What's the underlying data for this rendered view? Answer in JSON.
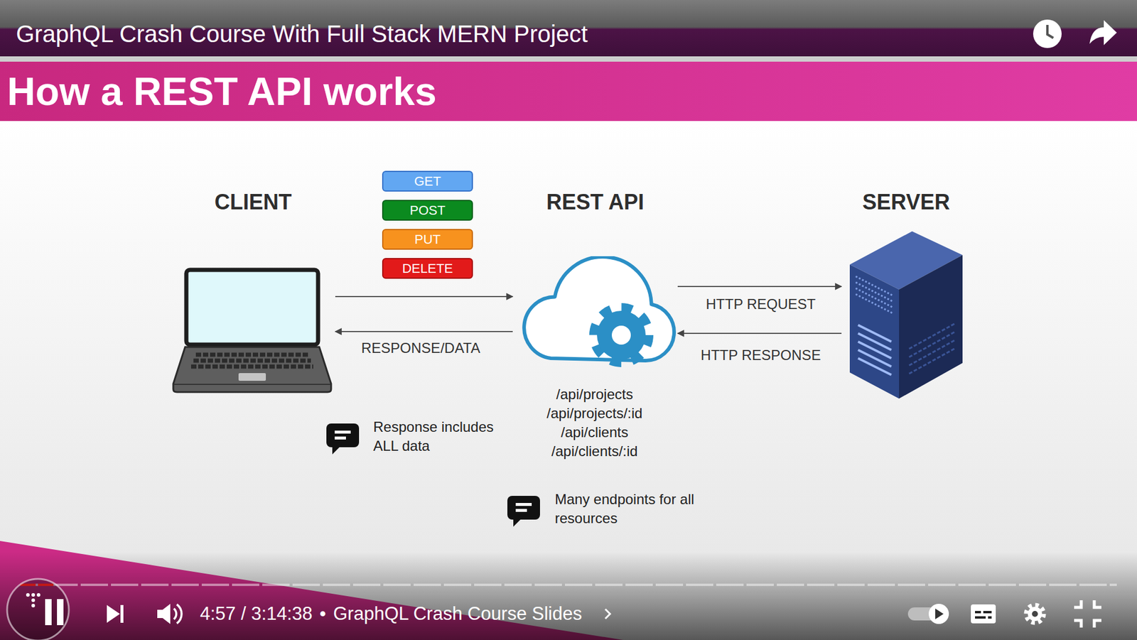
{
  "diagram": {
    "title": "How a REST API works",
    "nodes": [
      {
        "text": [
          "CLIENT"
        ]
      },
      {
        "text": [
          "GET"
        ]
      },
      {
        "text": [
          "POST"
        ]
      },
      {
        "text": [
          "PUT"
        ]
      },
      {
        "text": [
          "DELETE"
        ]
      },
      {
        "text": [
          "REST API"
        ]
      },
      {
        "text": [
          "SERVER"
        ]
      }
    ],
    "edges": [
      {
        "from": 0,
        "to": 5,
        "arrow": "to"
      },
      {
        "from": 5,
        "to": 0,
        "label": "RESPONSE/DATA",
        "arrow": "to"
      },
      {
        "from": 5,
        "to": 6,
        "label": "HTTP REQUEST",
        "arrow": "to"
      },
      {
        "from": 6,
        "to": 5,
        "label": "HTTP RESPONSE",
        "arrow": "to"
      }
    ],
    "labels": [
      "GraphQL Crash Course With Full Stack MERN Project",
      "/api/projects",
      "/api/projects/:id",
      "/api/clients",
      "/api/clients/:id",
      "Response includes ALL data",
      "Many endpoints for all resources",
      "4:57 / 3:14:38",
      "•",
      "GraphQL Crash Course Slides"
    ]
  }
}
